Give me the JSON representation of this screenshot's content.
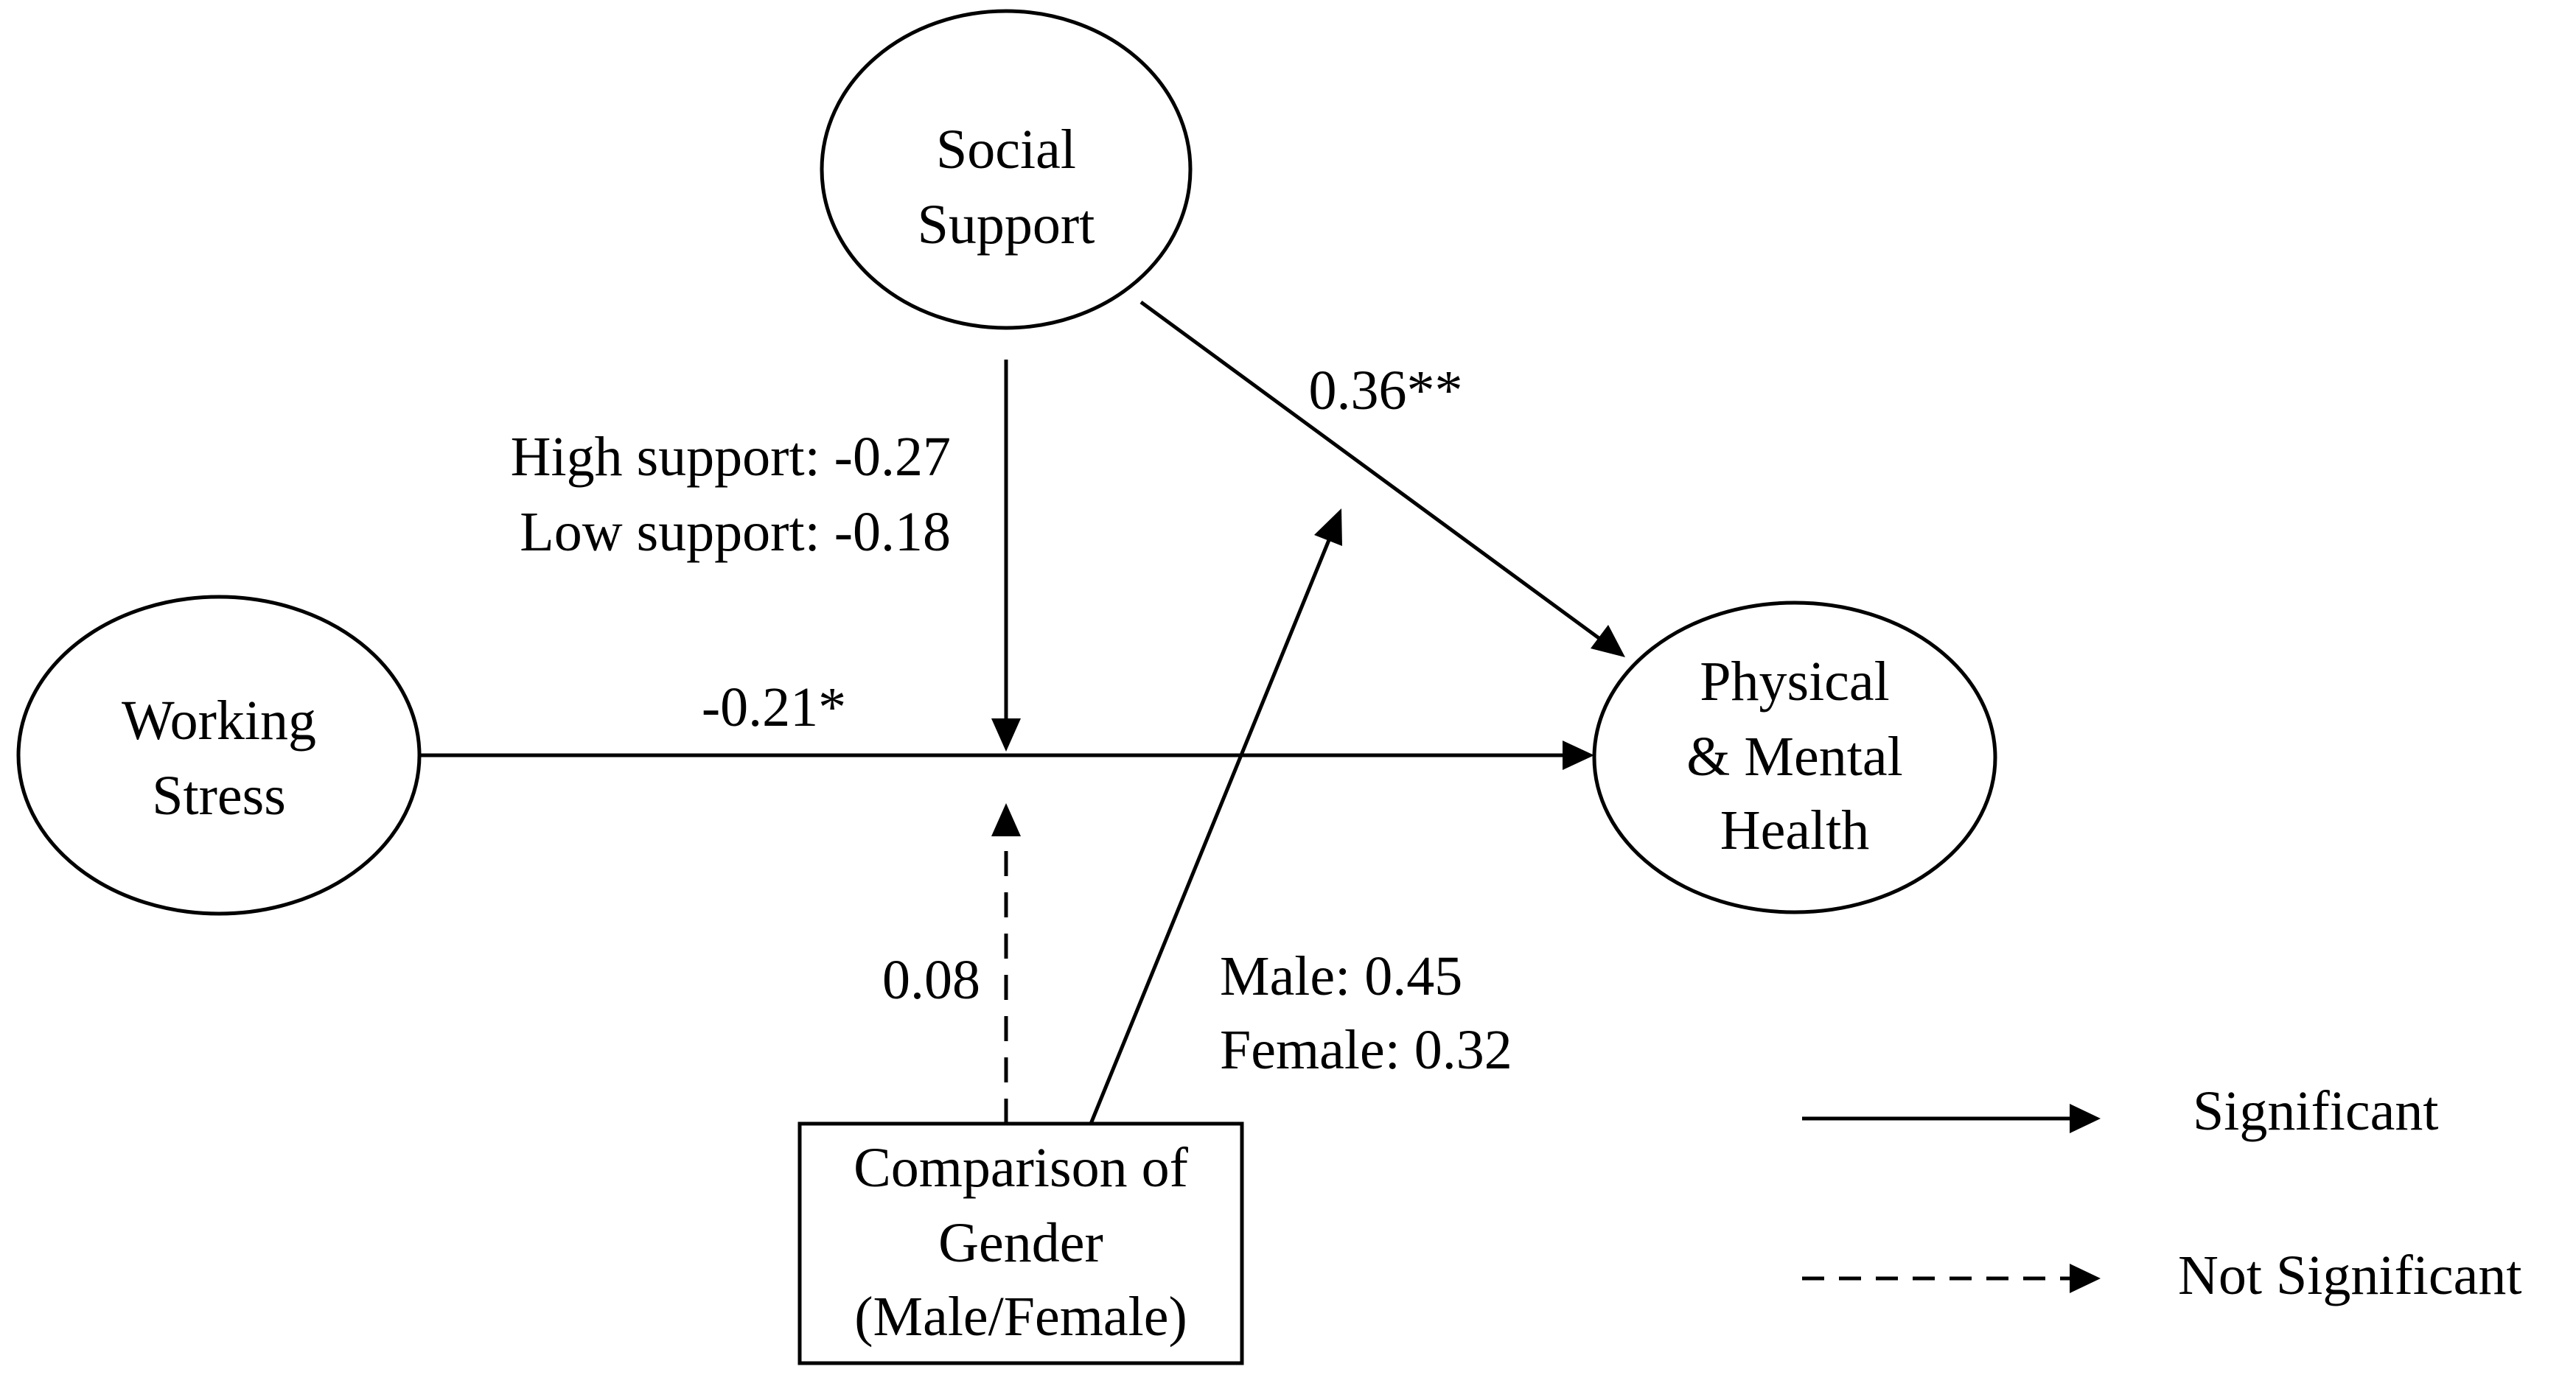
{
  "diagram": {
    "nodes": {
      "social_support": {
        "line1": "Social",
        "line2": "Support"
      },
      "working_stress": {
        "line1": "Working",
        "line2": "Stress"
      },
      "health": {
        "line1": "Physical",
        "line2": "& Mental",
        "line3": "Health"
      },
      "gender": {
        "line1": "Comparison of",
        "line2": "Gender",
        "line3": "(Male/Female)"
      }
    },
    "paths": {
      "stress_to_health": {
        "coefficient": "-0.21*",
        "significant": true
      },
      "support_to_health": {
        "coefficient": "0.36**",
        "significant": true
      },
      "support_moderation": {
        "line1": "High support: -0.27",
        "line2": "Low support: -0.18",
        "significant": true
      },
      "gender_moderation_stress": {
        "coefficient": "0.08",
        "significant": false
      },
      "gender_moderation_support": {
        "line1": "Male: 0.45",
        "line2": "Female: 0.32",
        "significant": true
      }
    },
    "legend": {
      "significant": "Significant",
      "not_significant": "Not Significant"
    }
  }
}
